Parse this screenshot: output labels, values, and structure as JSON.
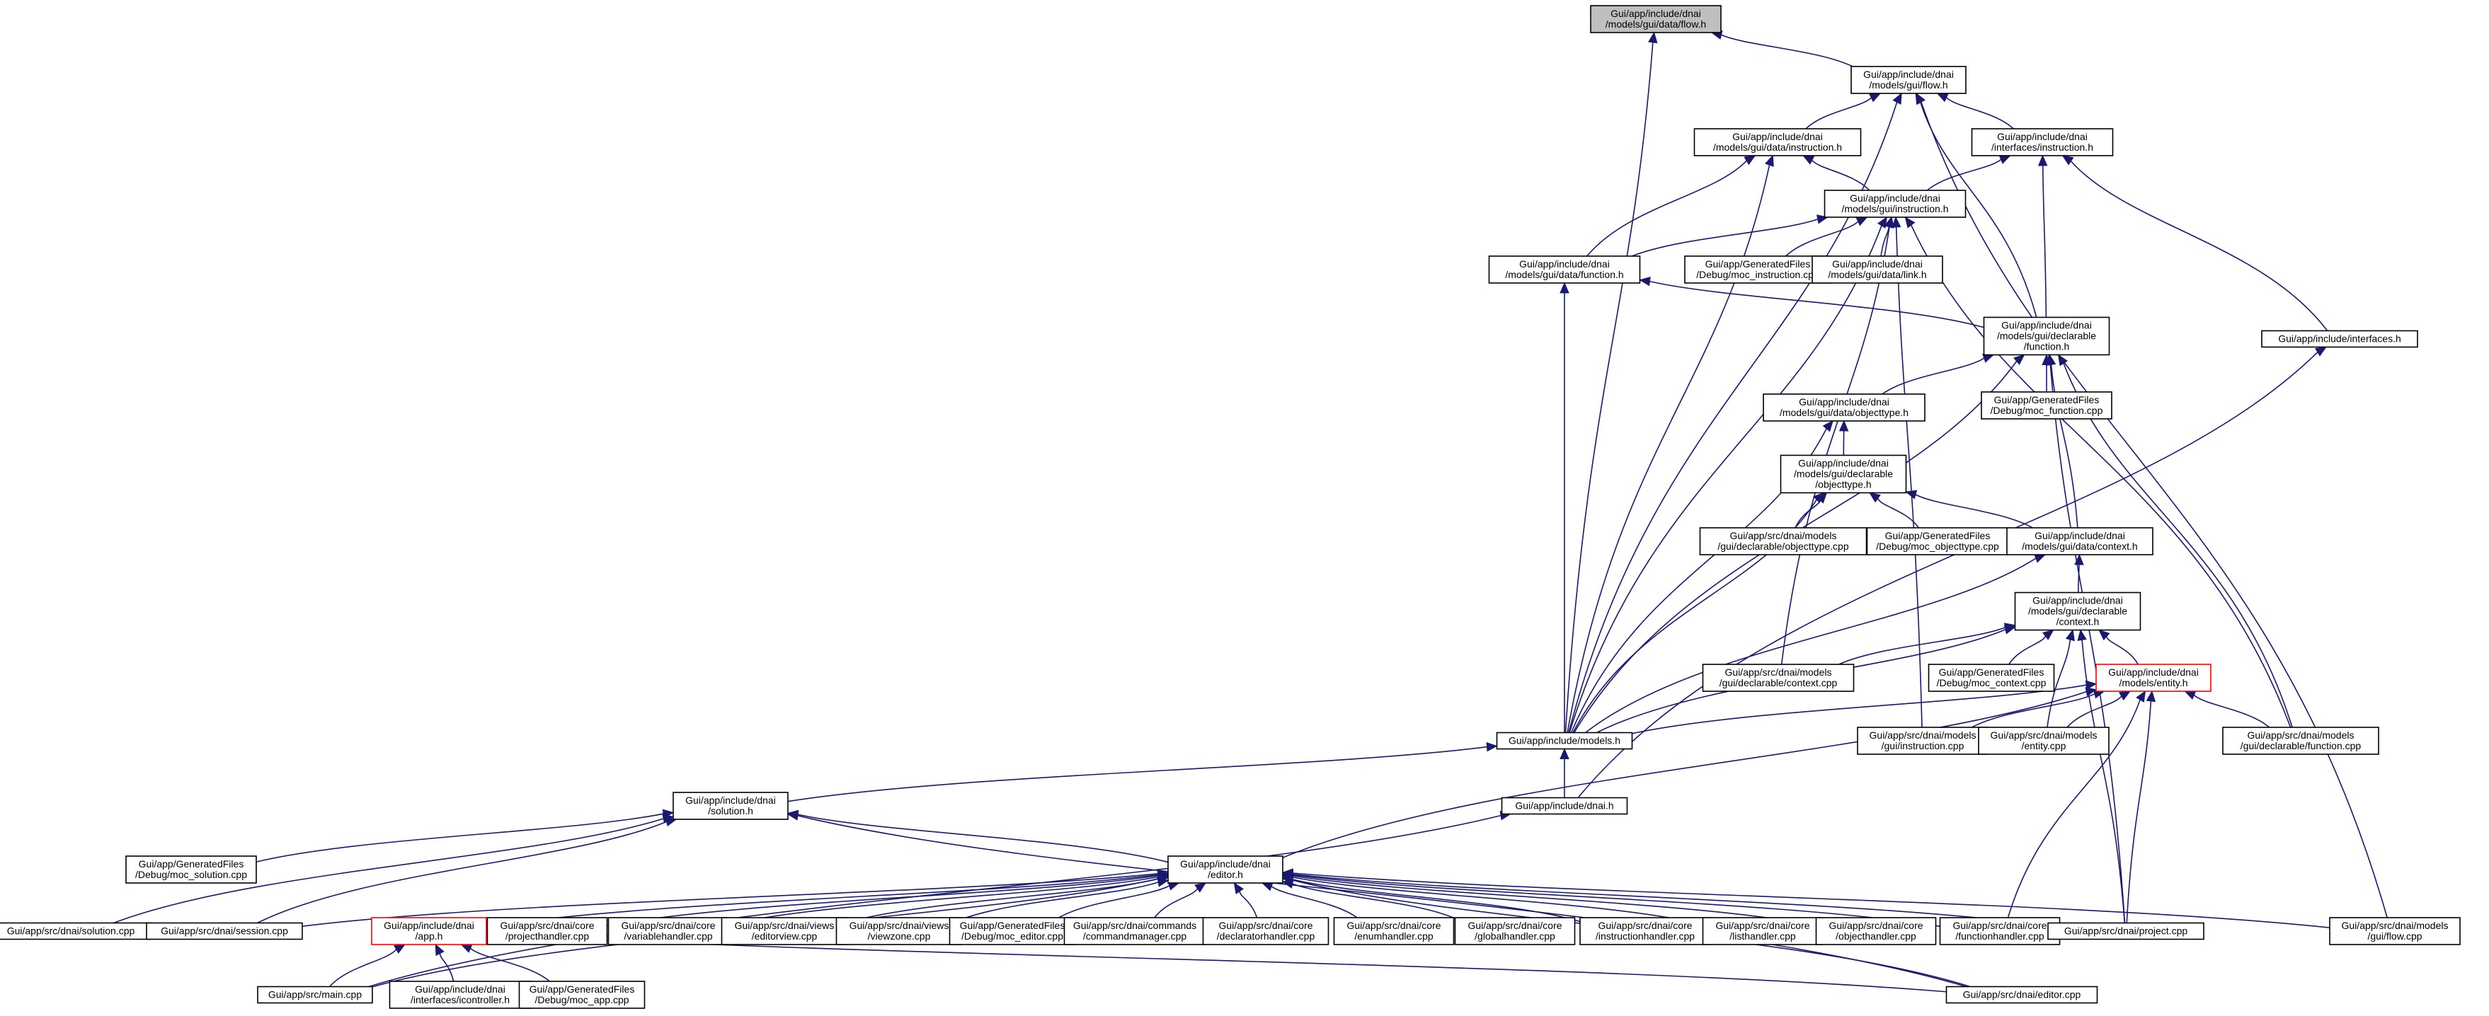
{
  "colors": {
    "edge": "#191970",
    "node_border": "#000000",
    "root_fill": "#bfbfbf",
    "highlight_border": "#ff0000"
  },
  "nodes": [
    {
      "id": "root",
      "lines": [
        "Gui/app/include/dnai",
        "/models/gui/data/flow.h"
      ],
      "style": "root"
    },
    {
      "id": "flow",
      "lines": [
        "Gui/app/include/dnai",
        "/models/gui/flow.h"
      ]
    },
    {
      "id": "datainstr",
      "lines": [
        "Gui/app/include/dnai",
        "/models/gui/data/instruction.h"
      ]
    },
    {
      "id": "ifinstr",
      "lines": [
        "Gui/app/include/dnai",
        "/interfaces/instruction.h"
      ]
    },
    {
      "id": "guiinstr",
      "lines": [
        "Gui/app/include/dnai",
        "/models/gui/instruction.h"
      ]
    },
    {
      "id": "datafunc",
      "lines": [
        "Gui/app/include/dnai",
        "/models/gui/data/function.h"
      ]
    },
    {
      "id": "mocinstr",
      "lines": [
        "Gui/app/GeneratedFiles",
        "/Debug/moc_instruction.cpp"
      ]
    },
    {
      "id": "datalink",
      "lines": [
        "Gui/app/include/dnai",
        "/models/gui/data/link.h"
      ]
    },
    {
      "id": "declfunc",
      "lines": [
        "Gui/app/include/dnai",
        "/models/gui/declarable",
        "/function.h"
      ]
    },
    {
      "id": "interfaces",
      "lines": [
        "Gui/app/include/interfaces.h"
      ]
    },
    {
      "id": "dataobj",
      "lines": [
        "Gui/app/include/dnai",
        "/models/gui/data/objecttype.h"
      ]
    },
    {
      "id": "mocfunc",
      "lines": [
        "Gui/app/GeneratedFiles",
        "/Debug/moc_function.cpp"
      ]
    },
    {
      "id": "declobj",
      "lines": [
        "Gui/app/include/dnai",
        "/models/gui/declarable",
        "/objecttype.h"
      ]
    },
    {
      "id": "srcobj",
      "lines": [
        "Gui/app/src/dnai/models",
        "/gui/declarable/objecttype.cpp"
      ]
    },
    {
      "id": "mocobj",
      "lines": [
        "Gui/app/GeneratedFiles",
        "/Debug/moc_objecttype.cpp"
      ]
    },
    {
      "id": "datactx",
      "lines": [
        "Gui/app/include/dnai",
        "/models/gui/data/context.h"
      ]
    },
    {
      "id": "declctx",
      "lines": [
        "Gui/app/include/dnai",
        "/models/gui/declarable",
        "/context.h"
      ]
    },
    {
      "id": "srcctx",
      "lines": [
        "Gui/app/src/dnai/models",
        "/gui/declarable/context.cpp"
      ]
    },
    {
      "id": "mocctx",
      "lines": [
        "Gui/app/GeneratedFiles",
        "/Debug/moc_context.cpp"
      ]
    },
    {
      "id": "entity",
      "lines": [
        "Gui/app/include/dnai",
        "/models/entity.h"
      ],
      "style": "red"
    },
    {
      "id": "models",
      "lines": [
        "Gui/app/include/models.h"
      ]
    },
    {
      "id": "srcinstr",
      "lines": [
        "Gui/app/src/dnai/models",
        "/gui/instruction.cpp"
      ]
    },
    {
      "id": "srcentity",
      "lines": [
        "Gui/app/src/dnai/models",
        "/entity.cpp"
      ]
    },
    {
      "id": "srcfunc",
      "lines": [
        "Gui/app/src/dnai/models",
        "/gui/declarable/function.cpp"
      ]
    },
    {
      "id": "solution",
      "lines": [
        "Gui/app/include/dnai",
        "/solution.h"
      ]
    },
    {
      "id": "dnaih",
      "lines": [
        "Gui/app/include/dnai.h"
      ]
    },
    {
      "id": "mocsol",
      "lines": [
        "Gui/app/GeneratedFiles",
        "/Debug/moc_solution.cpp"
      ]
    },
    {
      "id": "editor",
      "lines": [
        "Gui/app/include/dnai",
        "/editor.h"
      ]
    },
    {
      "id": "srcsol",
      "lines": [
        "Gui/app/src/dnai/solution.cpp"
      ]
    },
    {
      "id": "srcsess",
      "lines": [
        "Gui/app/src/dnai/session.cpp"
      ]
    },
    {
      "id": "apph",
      "lines": [
        "Gui/app/include/dnai",
        "/app.h"
      ],
      "style": "red"
    },
    {
      "id": "projh",
      "lines": [
        "Gui/app/src/dnai/core",
        "/projecthandler.cpp"
      ]
    },
    {
      "id": "varh",
      "lines": [
        "Gui/app/src/dnai/core",
        "/variablehandler.cpp"
      ]
    },
    {
      "id": "edview",
      "lines": [
        "Gui/app/src/dnai/views",
        "/editorview.cpp"
      ]
    },
    {
      "id": "vzone",
      "lines": [
        "Gui/app/src/dnai/views",
        "/viewzone.cpp"
      ]
    },
    {
      "id": "mocedit",
      "lines": [
        "Gui/app/GeneratedFiles",
        "/Debug/moc_editor.cpp"
      ]
    },
    {
      "id": "cmdmgr",
      "lines": [
        "Gui/app/src/dnai/commands",
        "/commandmanager.cpp"
      ]
    },
    {
      "id": "declh",
      "lines": [
        "Gui/app/src/dnai/core",
        "/declaratorhandler.cpp"
      ]
    },
    {
      "id": "enumh",
      "lines": [
        "Gui/app/src/dnai/core",
        "/enumhandler.cpp"
      ]
    },
    {
      "id": "globh",
      "lines": [
        "Gui/app/src/dnai/core",
        "/globalhandler.cpp"
      ]
    },
    {
      "id": "insth",
      "lines": [
        "Gui/app/src/dnai/core",
        "/instructionhandler.cpp"
      ]
    },
    {
      "id": "listh",
      "lines": [
        "Gui/app/src/dnai/core",
        "/listhandler.cpp"
      ]
    },
    {
      "id": "objh",
      "lines": [
        "Gui/app/src/dnai/core",
        "/objecthandler.cpp"
      ]
    },
    {
      "id": "funch",
      "lines": [
        "Gui/app/src/dnai/core",
        "/functionhandler.cpp"
      ]
    },
    {
      "id": "project",
      "lines": [
        "Gui/app/src/dnai/project.cpp"
      ]
    },
    {
      "id": "srcflow",
      "lines": [
        "Gui/app/src/dnai/models",
        "/gui/flow.cpp"
      ]
    },
    {
      "id": "mainc",
      "lines": [
        "Gui/app/src/main.cpp"
      ]
    },
    {
      "id": "icontr",
      "lines": [
        "Gui/app/include/dnai",
        "/interfaces/icontroller.h"
      ]
    },
    {
      "id": "mocapp",
      "lines": [
        "Gui/app/GeneratedFiles",
        "/Debug/moc_app.cpp"
      ]
    },
    {
      "id": "editorcpp",
      "lines": [
        "Gui/app/src/dnai/editor.cpp"
      ]
    }
  ]
}
